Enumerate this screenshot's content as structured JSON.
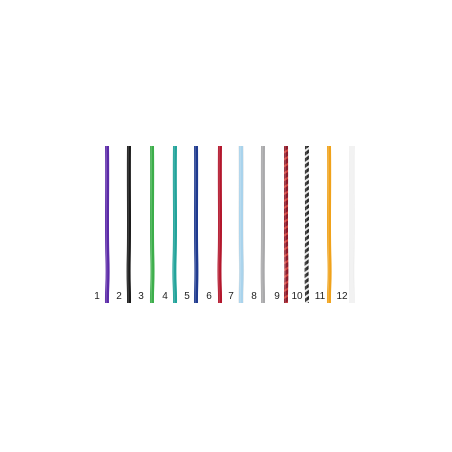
{
  "swatches": [
    {
      "label": "1",
      "color": "#5b2aa8",
      "pattern": "solid"
    },
    {
      "label": "2",
      "color": "#1b1b1b",
      "pattern": "solid"
    },
    {
      "label": "3",
      "color": "#3cae4a",
      "pattern": "solid"
    },
    {
      "label": "4",
      "color": "#21a39a",
      "pattern": "solid"
    },
    {
      "label": "5",
      "color": "#1f3a8f",
      "pattern": "solid"
    },
    {
      "label": "6",
      "color": "#b3162c",
      "pattern": "solid"
    },
    {
      "label": "7",
      "color": "#a9d3ec",
      "pattern": "solid"
    },
    {
      "label": "8",
      "color": "#a9a9ab",
      "pattern": "solid"
    },
    {
      "label": "9",
      "color": "#8e1a2a",
      "pattern": "striped",
      "stripe_color": "#d2443e"
    },
    {
      "label": "10",
      "color": "#2a2a2a",
      "pattern": "striped",
      "stripe_color": "#e8e8e8"
    },
    {
      "label": "11",
      "color": "#f0a21a",
      "pattern": "solid"
    },
    {
      "label": "12",
      "color": "#f2f2f2",
      "pattern": "solid"
    }
  ]
}
